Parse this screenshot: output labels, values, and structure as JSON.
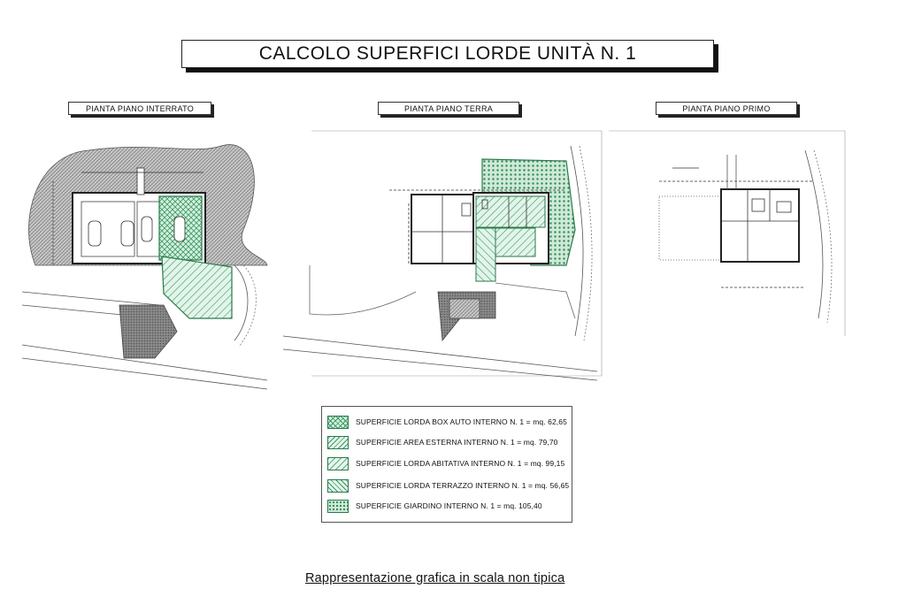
{
  "title": "CALCOLO SUPERFICI LORDE UNITÀ N. 1",
  "plans": [
    {
      "label": "PIANTA PIANO INTERRATO"
    },
    {
      "label": "PIANTA PIANO TERRA"
    },
    {
      "label": "PIANTA PIANO PRIMO"
    }
  ],
  "legend": [
    {
      "text": "SUPERFICIE LORDA BOX AUTO INTERNO N. 1 = mq. 62,65",
      "pattern": "cross-hatch",
      "color": "#3a9a62"
    },
    {
      "text": "SUPERFICIE AREA ESTERNA INTERNO N. 1 = mq. 79,70",
      "pattern": "diagonal-hatch",
      "color": "#3a9a62"
    },
    {
      "text": "SUPERFICIE LORDA ABITATIVA INTERNO N. 1 = mq. 99,15",
      "pattern": "diagonal-hatch-light",
      "color": "#56b07c"
    },
    {
      "text": "SUPERFICIE LORDA TERRAZZO INTERNO N. 1 = mq. 56,65",
      "pattern": "diagonal-hatch-reverse",
      "color": "#3a9a62"
    },
    {
      "text": "SUPERFICIE GIARDINO INTERNO N. 1 = mq. 105,40",
      "pattern": "dotted",
      "color": "#2f8a56"
    }
  ],
  "footer": "Rappresentazione grafica in scala non tipica",
  "colors": {
    "accent_green": "#3a9a62",
    "line": "#333333"
  }
}
